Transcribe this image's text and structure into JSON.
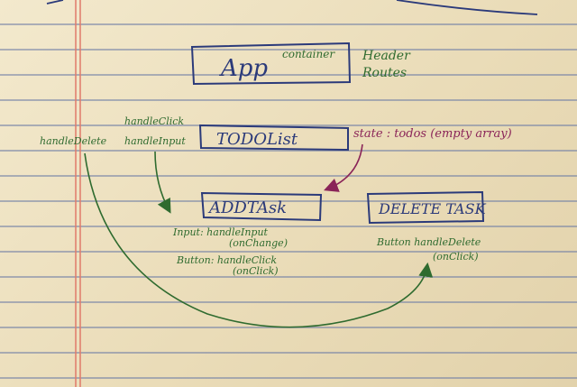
{
  "nodes": {
    "app": "App",
    "todolist": "TODOList",
    "addtask": "ADDTAsk",
    "deletetask": "DELETE TASK"
  },
  "notes": {
    "app_container": "container",
    "app_header": "Header",
    "app_routes": "Routes",
    "handle_click": "handleClick",
    "handle_input": "handleInput",
    "handle_delete": "handleDelete",
    "state": "state : todos (empty array)",
    "addtask_input": "Input: handleInput",
    "addtask_input_event": "(onChange)",
    "addtask_button": "Button: handleClick",
    "addtask_button_event": "(onClick)",
    "deletetask_button": "Button handleDelete",
    "deletetask_button_event": "(onClick)"
  },
  "colors": {
    "ink_blue": "#2b3a7a",
    "ink_green": "#2f6b2f",
    "ink_magenta": "#8a2458",
    "margin_line": "#e07a6a",
    "rule_line": "#6e7da5",
    "paper": "#efe3c3"
  }
}
